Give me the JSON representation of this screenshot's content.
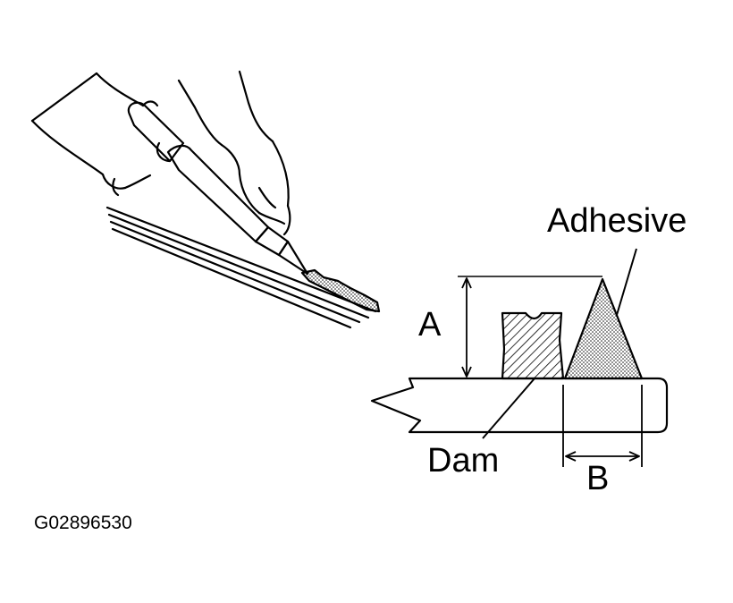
{
  "labels": {
    "adhesive": "Adhesive",
    "a": "A",
    "dam": "Dam",
    "b": "B"
  },
  "figure_code": "G02896530",
  "icons": {
    "hands": "hands-applying-adhesive-icon",
    "glass": "glass-edge-icon"
  },
  "colors": {
    "line": "#000000",
    "background": "#ffffff"
  }
}
